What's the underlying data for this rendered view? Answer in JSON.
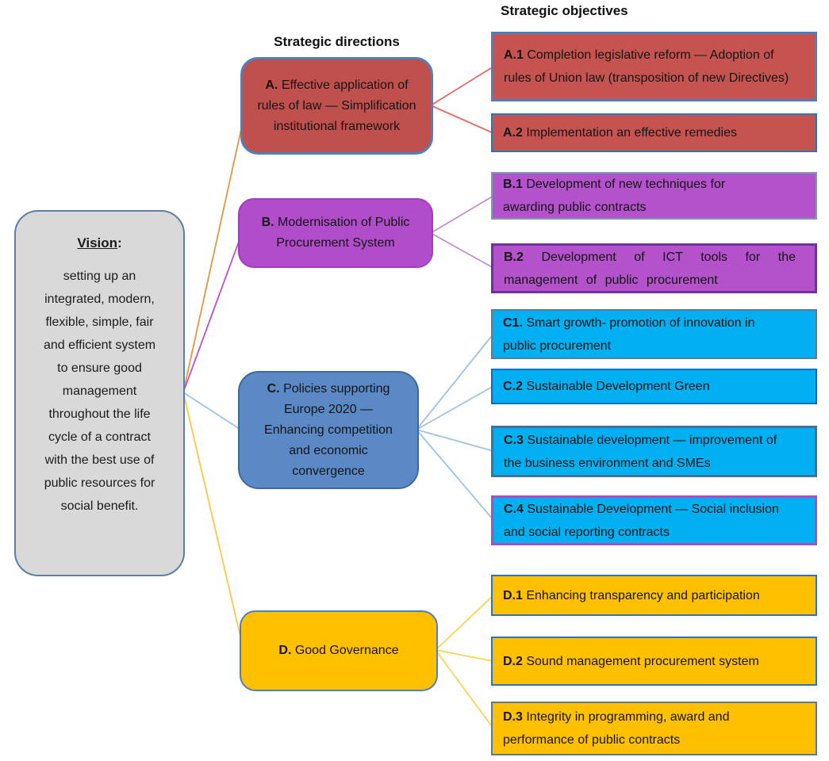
{
  "headers": {
    "directions": "Strategic directions",
    "objectives": "Strategic objectives"
  },
  "vision": {
    "title": "Vision",
    "colon": ":",
    "body": "setting up an integrated, modern, flexible, simple, fair and efficient system to ensure good management throughout the life cycle of a contract with the best use of public resources for social benefit."
  },
  "directions": [
    {
      "id": "A",
      "label": "A.",
      "text": " Effective application of rules of law — Simplification institutional framework"
    },
    {
      "id": "B",
      "label": "B.",
      "text": " Modernisation of Public Procurement System"
    },
    {
      "id": "C",
      "label": "C.",
      "text": " Policies supporting Europe 2020 — Enhancing competition and economic convergence"
    },
    {
      "id": "D",
      "label": "D.",
      "text": " Good Governance"
    }
  ],
  "objectives": [
    {
      "id": "A.1",
      "label": "A.1",
      "text": " Completion legislative reform — Adoption of rules of Union law (transposition of new Directives)"
    },
    {
      "id": "A.2",
      "label": "A.2",
      "text": " Implementation an effective remedies"
    },
    {
      "id": "B.1",
      "label": "B.1",
      "text": " Development of new techniques for awarding public contracts"
    },
    {
      "id": "B.2",
      "label": "B.2",
      "text": " Development of ICT tools for the management of public procurement"
    },
    {
      "id": "C1.",
      "label": "C1.",
      "text": " Smart growth- promotion of innovation in public procurement"
    },
    {
      "id": "C.2",
      "label": "C.2",
      "text": " Sustainable Development Green"
    },
    {
      "id": "C.3",
      "label": "C.3",
      "text": " Sustainable development — improvement of the business environment and SMEs"
    },
    {
      "id": "C.4",
      "label": "C.4",
      "text": " Sustainable Development — Social inclusion and social reporting contracts"
    },
    {
      "id": "D.1",
      "label": "D.1",
      "text": " Enhancing transparency and participation"
    },
    {
      "id": "D.2",
      "label": "D.2",
      "text": " Sound management procurement system"
    },
    {
      "id": "D.3",
      "label": "D.3",
      "text": " Integrity in programming, award and performance of public contracts"
    }
  ],
  "colors": {
    "vision_fill": "#D9D9D9",
    "vision_border": "#5B80A8",
    "dir_a_fill": "#C0504D",
    "dir_a_border": "#4E80BC",
    "dir_b_fill": "#B14CCB",
    "dir_b_border": "#A43BC0",
    "dir_c_fill": "#5A89C6",
    "dir_c_border": "#3C6A9E",
    "dir_d_fill": "#FFC000",
    "dir_d_border": "#4E80BC",
    "obj_red_fill": "#C5534F",
    "obj_purple_fill": "#B352CB",
    "obj_cyan_fill": "#00B0F0",
    "obj_gold_fill": "#FFC000",
    "line_vision_a": "#E8973F",
    "line_vision_b": "#BE4FD0",
    "line_vision_c": "#9DC3E6",
    "line_vision_d": "#FFC93E",
    "line_a": "#E96A66",
    "line_b": "#C88BD8",
    "line_c": "#9DC3E6",
    "line_d": "#FFD24F"
  }
}
